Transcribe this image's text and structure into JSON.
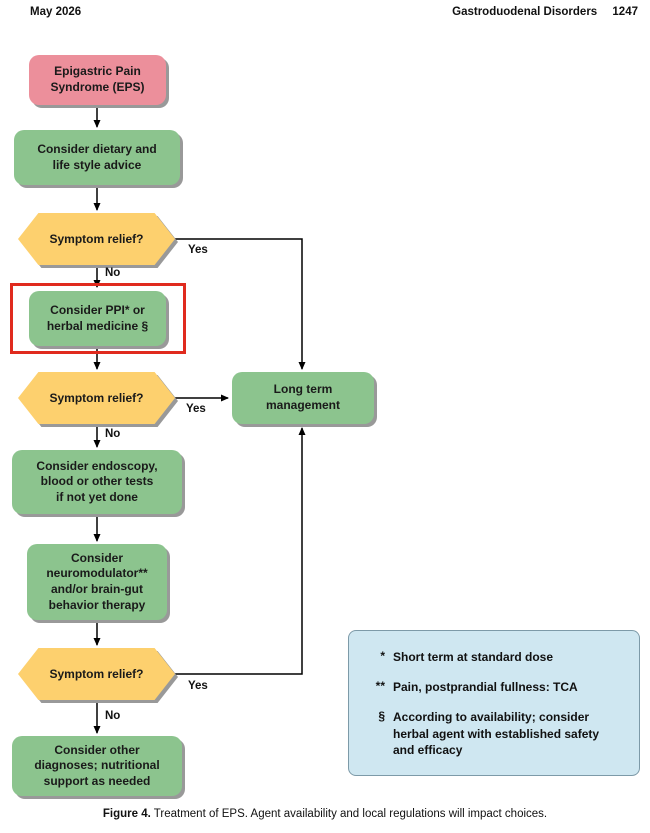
{
  "header": {
    "date": "May 2026",
    "journal": "Gastroduodenal Disorders",
    "page_number": "1247"
  },
  "flowchart": {
    "nodes": {
      "eps": "Epigastric Pain\nSyndrome (EPS)",
      "dietary": "Consider dietary and\nlife style advice",
      "relief1": "Symptom relief?",
      "ppi": "Consider PPI* or\nherbal medicine §",
      "relief2": "Symptom relief?",
      "long_term": "Long term\nmanagement",
      "endoscopy": "Consider endoscopy,\nblood or other tests\nif not yet done",
      "neuromodulator": "Consider\nneuromodulator**\nand/or brain-gut\nbehavior therapy",
      "relief3": "Symptom relief?",
      "other": "Consider other\ndiagnoses; nutritional\nsupport as needed"
    },
    "edge_labels": {
      "yes1": "Yes",
      "no1": "No",
      "yes2": "Yes",
      "no2": "No",
      "yes3": "Yes",
      "no3": "No"
    },
    "colors": {
      "start_pink": "#ec8f9b",
      "process_green": "#8cc48e",
      "decision_yellow": "#fdd06e",
      "shadow_gray": "#999999",
      "highlight_red": "#e02a1e",
      "legend_blue": "#cfe7f1",
      "arrow_black": "#000000"
    }
  },
  "legend": {
    "items": [
      {
        "symbol": "*",
        "text": "Short term at standard dose"
      },
      {
        "symbol": "**",
        "text": "Pain, postprandial fullness: TCA"
      },
      {
        "symbol": "§",
        "text": "According to availability; consider\nherbal agent with established safety\nand efficacy"
      }
    ]
  },
  "caption": {
    "label": "Figure 4.",
    "text": "Treatment of EPS. Agent availability and local regulations will impact choices."
  }
}
